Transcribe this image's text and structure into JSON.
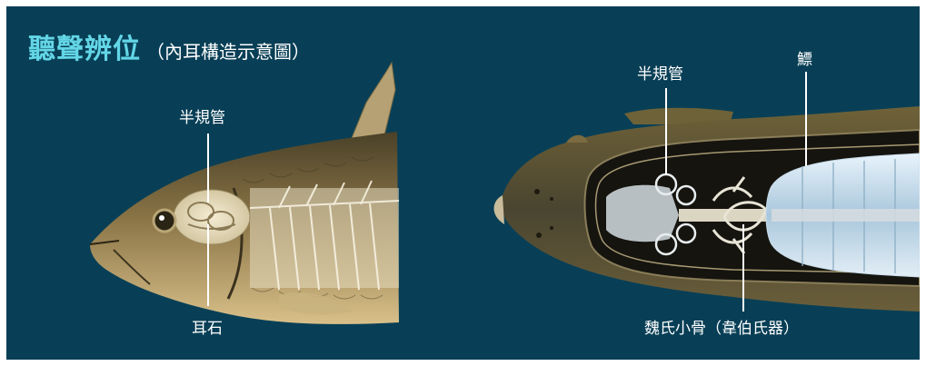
{
  "title": {
    "main": "聽聲辨位",
    "sub": "（內耳構造示意圖）"
  },
  "labels": {
    "left_semicircular": "半規管",
    "left_otolith": "耳石",
    "right_semicircular": "半規管",
    "right_swimbladder": "鰾",
    "right_weberian": "魏氏小骨（韋伯氏器）"
  },
  "colors": {
    "background": "#083f56",
    "title": "#63d6e6",
    "label": "#ffffff"
  }
}
